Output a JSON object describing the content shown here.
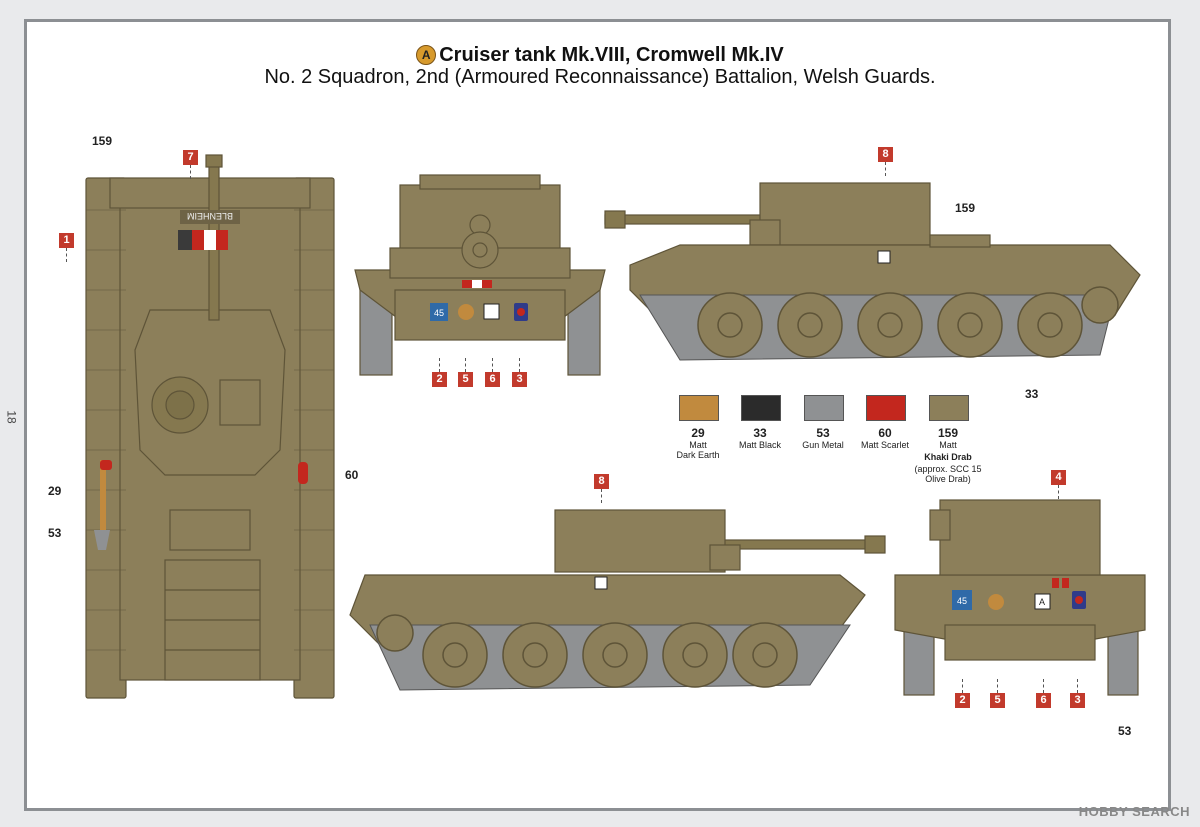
{
  "page_number": "18",
  "header": {
    "badge": "A",
    "title": "Cruiser tank Mk.VIII, Cromwell Mk.IV",
    "subtitle": "No. 2 Squadron, 2nd (Armoured Reconnaissance) Battalion, Welsh Guards."
  },
  "callouts": {
    "top_159": "159",
    "left_29": "29",
    "left_53": "53",
    "right_60": "60",
    "side_159": "159",
    "side_33": "33",
    "rear_53": "53"
  },
  "markers": {
    "m1": "1",
    "m7": "7",
    "front_2": "2",
    "front_5": "5",
    "front_6": "6",
    "front_3": "3",
    "side_top_8": "8",
    "side_bottom_8": "8",
    "rear_4": "4",
    "rear_2": "2",
    "rear_5": "5",
    "rear_6": "6",
    "rear_3": "3"
  },
  "decals": {
    "name_plate": "BLENHEIM",
    "unit_number": "45",
    "squadron_letter": "A"
  },
  "colors": [
    {
      "code": "29",
      "finish": "Matt",
      "name": "Dark Earth",
      "note": "",
      "hex": "#c18a3e"
    },
    {
      "code": "33",
      "finish": "Matt Black",
      "name": "",
      "note": "",
      "hex": "#2b2b2b"
    },
    {
      "code": "53",
      "finish": "Gun Metal",
      "name": "",
      "note": "",
      "hex": "#8f9193"
    },
    {
      "code": "60",
      "finish": "Matt Scarlet",
      "name": "",
      "note": "",
      "hex": "#c3271e"
    },
    {
      "code": "159",
      "finish": "Matt",
      "name": "Khaki Drab",
      "note": "(approx. SCC 15",
      "note2": "Olive Drab)",
      "hex": "#8c7f5a"
    }
  ],
  "watermark": "HOBBY SEARCH",
  "vehicle_color": "#8c7f5a"
}
